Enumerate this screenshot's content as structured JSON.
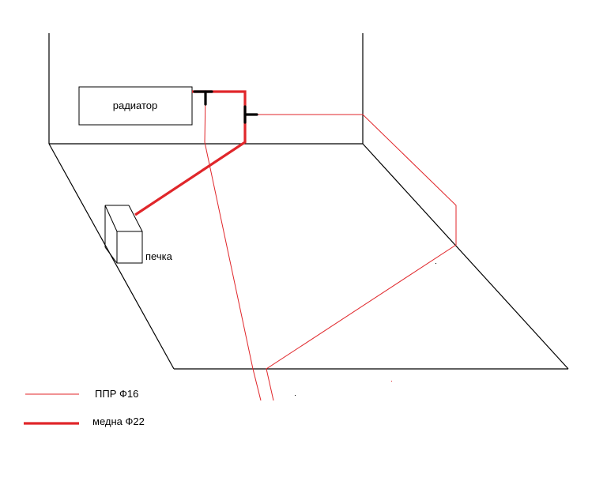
{
  "labels": {
    "radiator": "радиатор",
    "stove": "печка"
  },
  "legend": {
    "items": [
      {
        "label": "ППР Ф16",
        "style": "thin"
      },
      {
        "label": "медна Ф22",
        "style": "thick"
      }
    ]
  },
  "colors": {
    "pipe": "#e0262a",
    "line": "#000000",
    "background": "#ffffff"
  }
}
